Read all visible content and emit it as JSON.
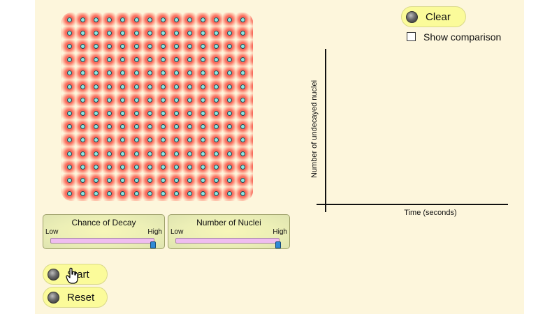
{
  "controls": {
    "clear_label": "Clear",
    "comparison_label": "Show comparison",
    "comparison_checked": false,
    "start_label": "Start",
    "reset_label": "Reset"
  },
  "sliders": [
    {
      "title": "Chance of Decay",
      "low_label": "Low",
      "high_label": "High",
      "level": 1.0
    },
    {
      "title": "Number of Nuclei",
      "low_label": "Low",
      "high_label": "High",
      "level": 1.0
    }
  ],
  "graph": {
    "ylabel": "Number of undecayed nuclei",
    "xlabel": "Time (seconds)"
  },
  "nuclei": {
    "rows": 14,
    "cols": 14
  },
  "colors": {
    "background": "#fdf6dc",
    "nucleus_fill": "#8fe6e0",
    "nucleus_glow": "#f26a5c",
    "button_fill": "#fbfb9a",
    "slider_track": "#efbdf0",
    "slider_thumb": "#2f8ad6"
  }
}
